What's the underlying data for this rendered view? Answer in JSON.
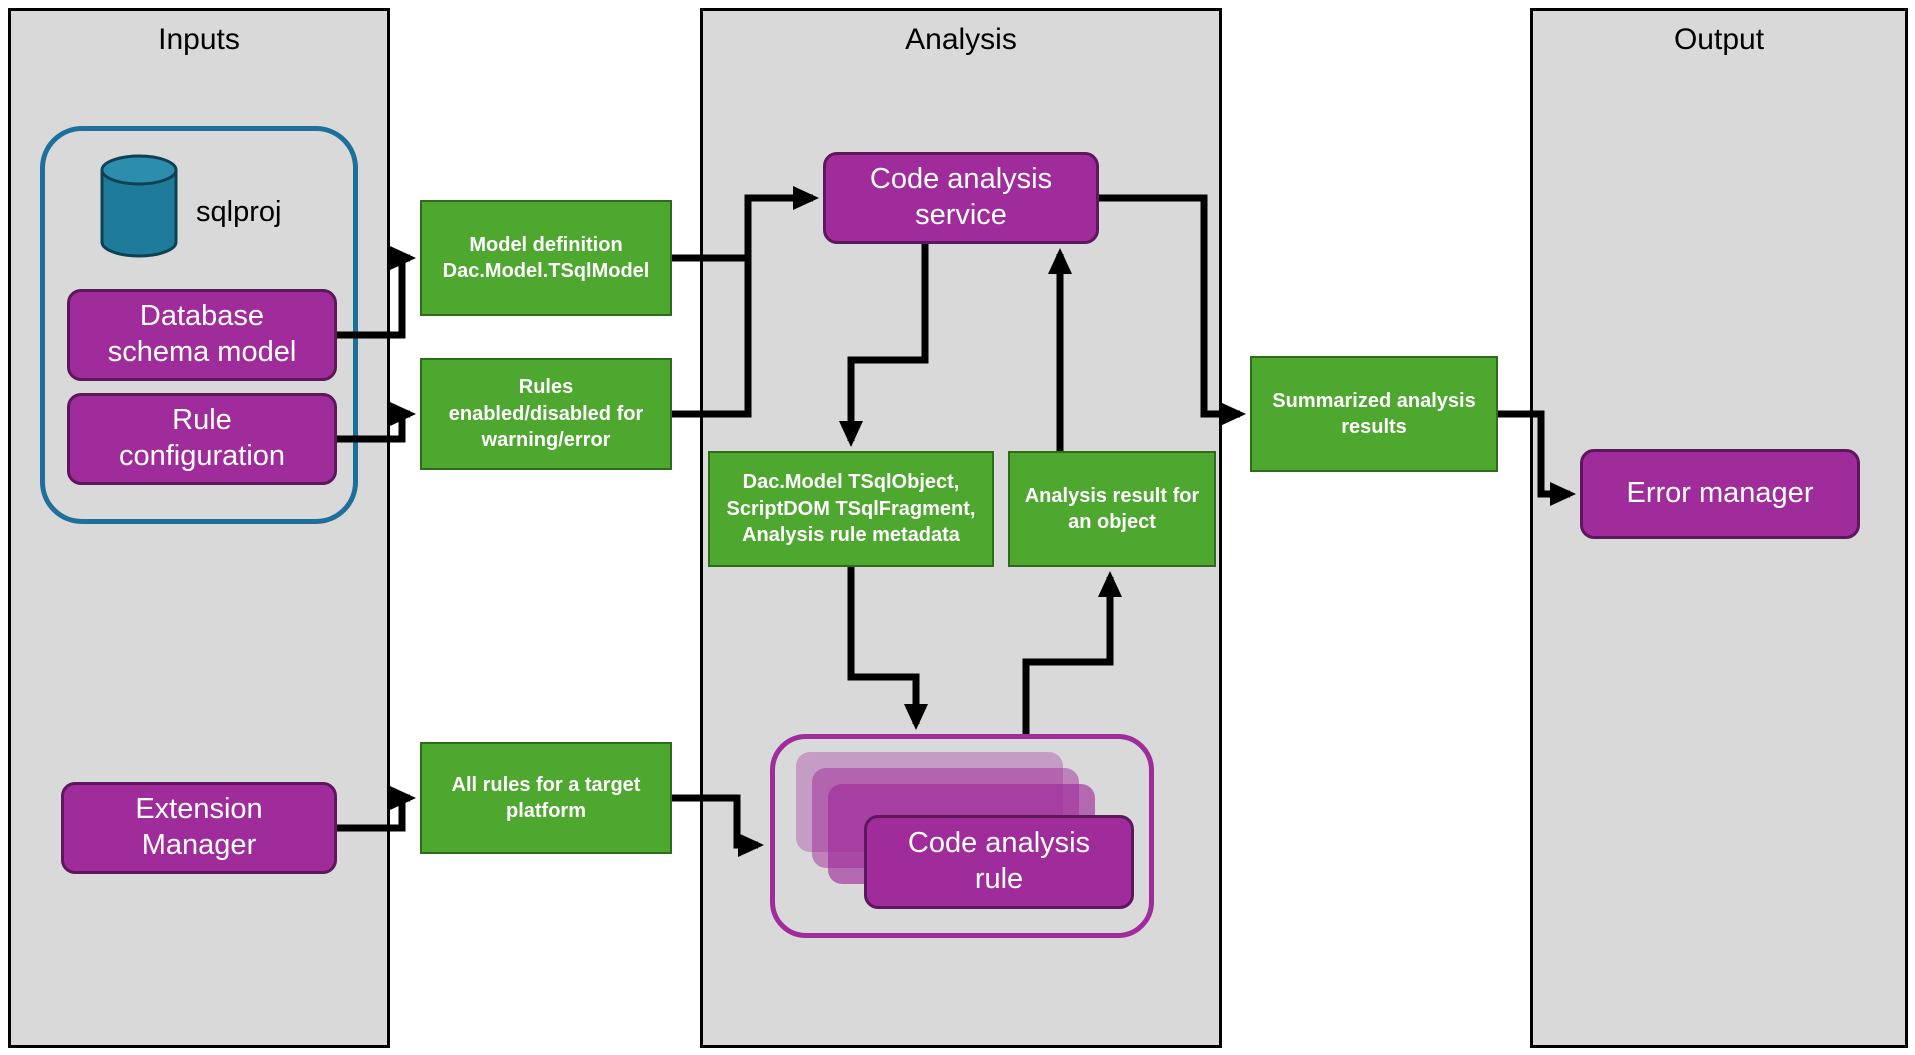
{
  "diagram": {
    "panels": {
      "inputs": "Inputs",
      "analysis": "Analysis",
      "output": "Output"
    }
  },
  "nodes": {
    "sqlproj": "sqlproj",
    "database_schema_model": [
      "Database",
      "schema model"
    ],
    "rule_configuration": [
      "Rule",
      "configuration"
    ],
    "extension_manager": [
      "Extension",
      "Manager"
    ],
    "model_definition": [
      "Model definition",
      "Dac.Model.TSqlModel"
    ],
    "rules_enabled": [
      "Rules",
      "enabled/disabled for",
      "warning/error"
    ],
    "all_rules": [
      "All rules for a target",
      "platform"
    ],
    "code_analysis_service": [
      "Code analysis",
      "service"
    ],
    "object_metadata": [
      "Dac.Model TSqlObject,",
      "ScriptDOM TSqlFragment,",
      "Analysis rule metadata"
    ],
    "analysis_result": [
      "Analysis result for",
      "an object"
    ],
    "summarized_results": [
      "Summarized analysis",
      "results"
    ],
    "code_analysis_rule": [
      "Code analysis",
      "rule"
    ],
    "error_manager": [
      "Error manager"
    ]
  },
  "colors": {
    "panel_bg": "#d9d9d9",
    "panel_border": "#000000",
    "purple_fill": "#a02b9a",
    "purple_border": "#5e165c",
    "green_fill": "#4ea72e",
    "green_border": "#2f6a1d",
    "teal_border": "#1f6f9b",
    "cylinder_fill": "#1e7b99",
    "cylinder_top": "#2d8dad",
    "arrow": "#000000",
    "text_on_fill": "#ffffff"
  }
}
